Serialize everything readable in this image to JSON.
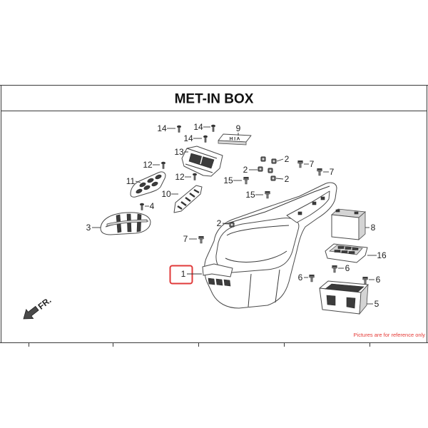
{
  "title": "MET-IN BOX",
  "callouts": [
    {
      "label": "14"
    },
    {
      "label": "14"
    },
    {
      "label": "9"
    },
    {
      "label": "14"
    },
    {
      "label": "13"
    },
    {
      "label": "12"
    },
    {
      "label": "12"
    },
    {
      "label": "11"
    },
    {
      "label": "10"
    },
    {
      "label": "4"
    },
    {
      "label": "3"
    },
    {
      "label": "2"
    },
    {
      "label": "2"
    },
    {
      "label": "2"
    },
    {
      "label": "2"
    },
    {
      "label": "7"
    },
    {
      "label": "7"
    },
    {
      "label": "15"
    },
    {
      "label": "15"
    },
    {
      "label": "8"
    },
    {
      "label": "7"
    },
    {
      "label": "16"
    },
    {
      "label": "1",
      "highlighted": true
    },
    {
      "label": "6"
    },
    {
      "label": "6"
    },
    {
      "label": "6"
    },
    {
      "label": "5"
    }
  ],
  "emblem_text": "H I A",
  "direction_label": "FR.",
  "disclaimer": "Pictures are for reference only",
  "colors": {
    "line": "#3a3a3a",
    "highlight_box": "#e03a3a",
    "disclaimer_text": "#e53935"
  },
  "icons": {
    "direction": "front-direction-arrow-icon"
  }
}
